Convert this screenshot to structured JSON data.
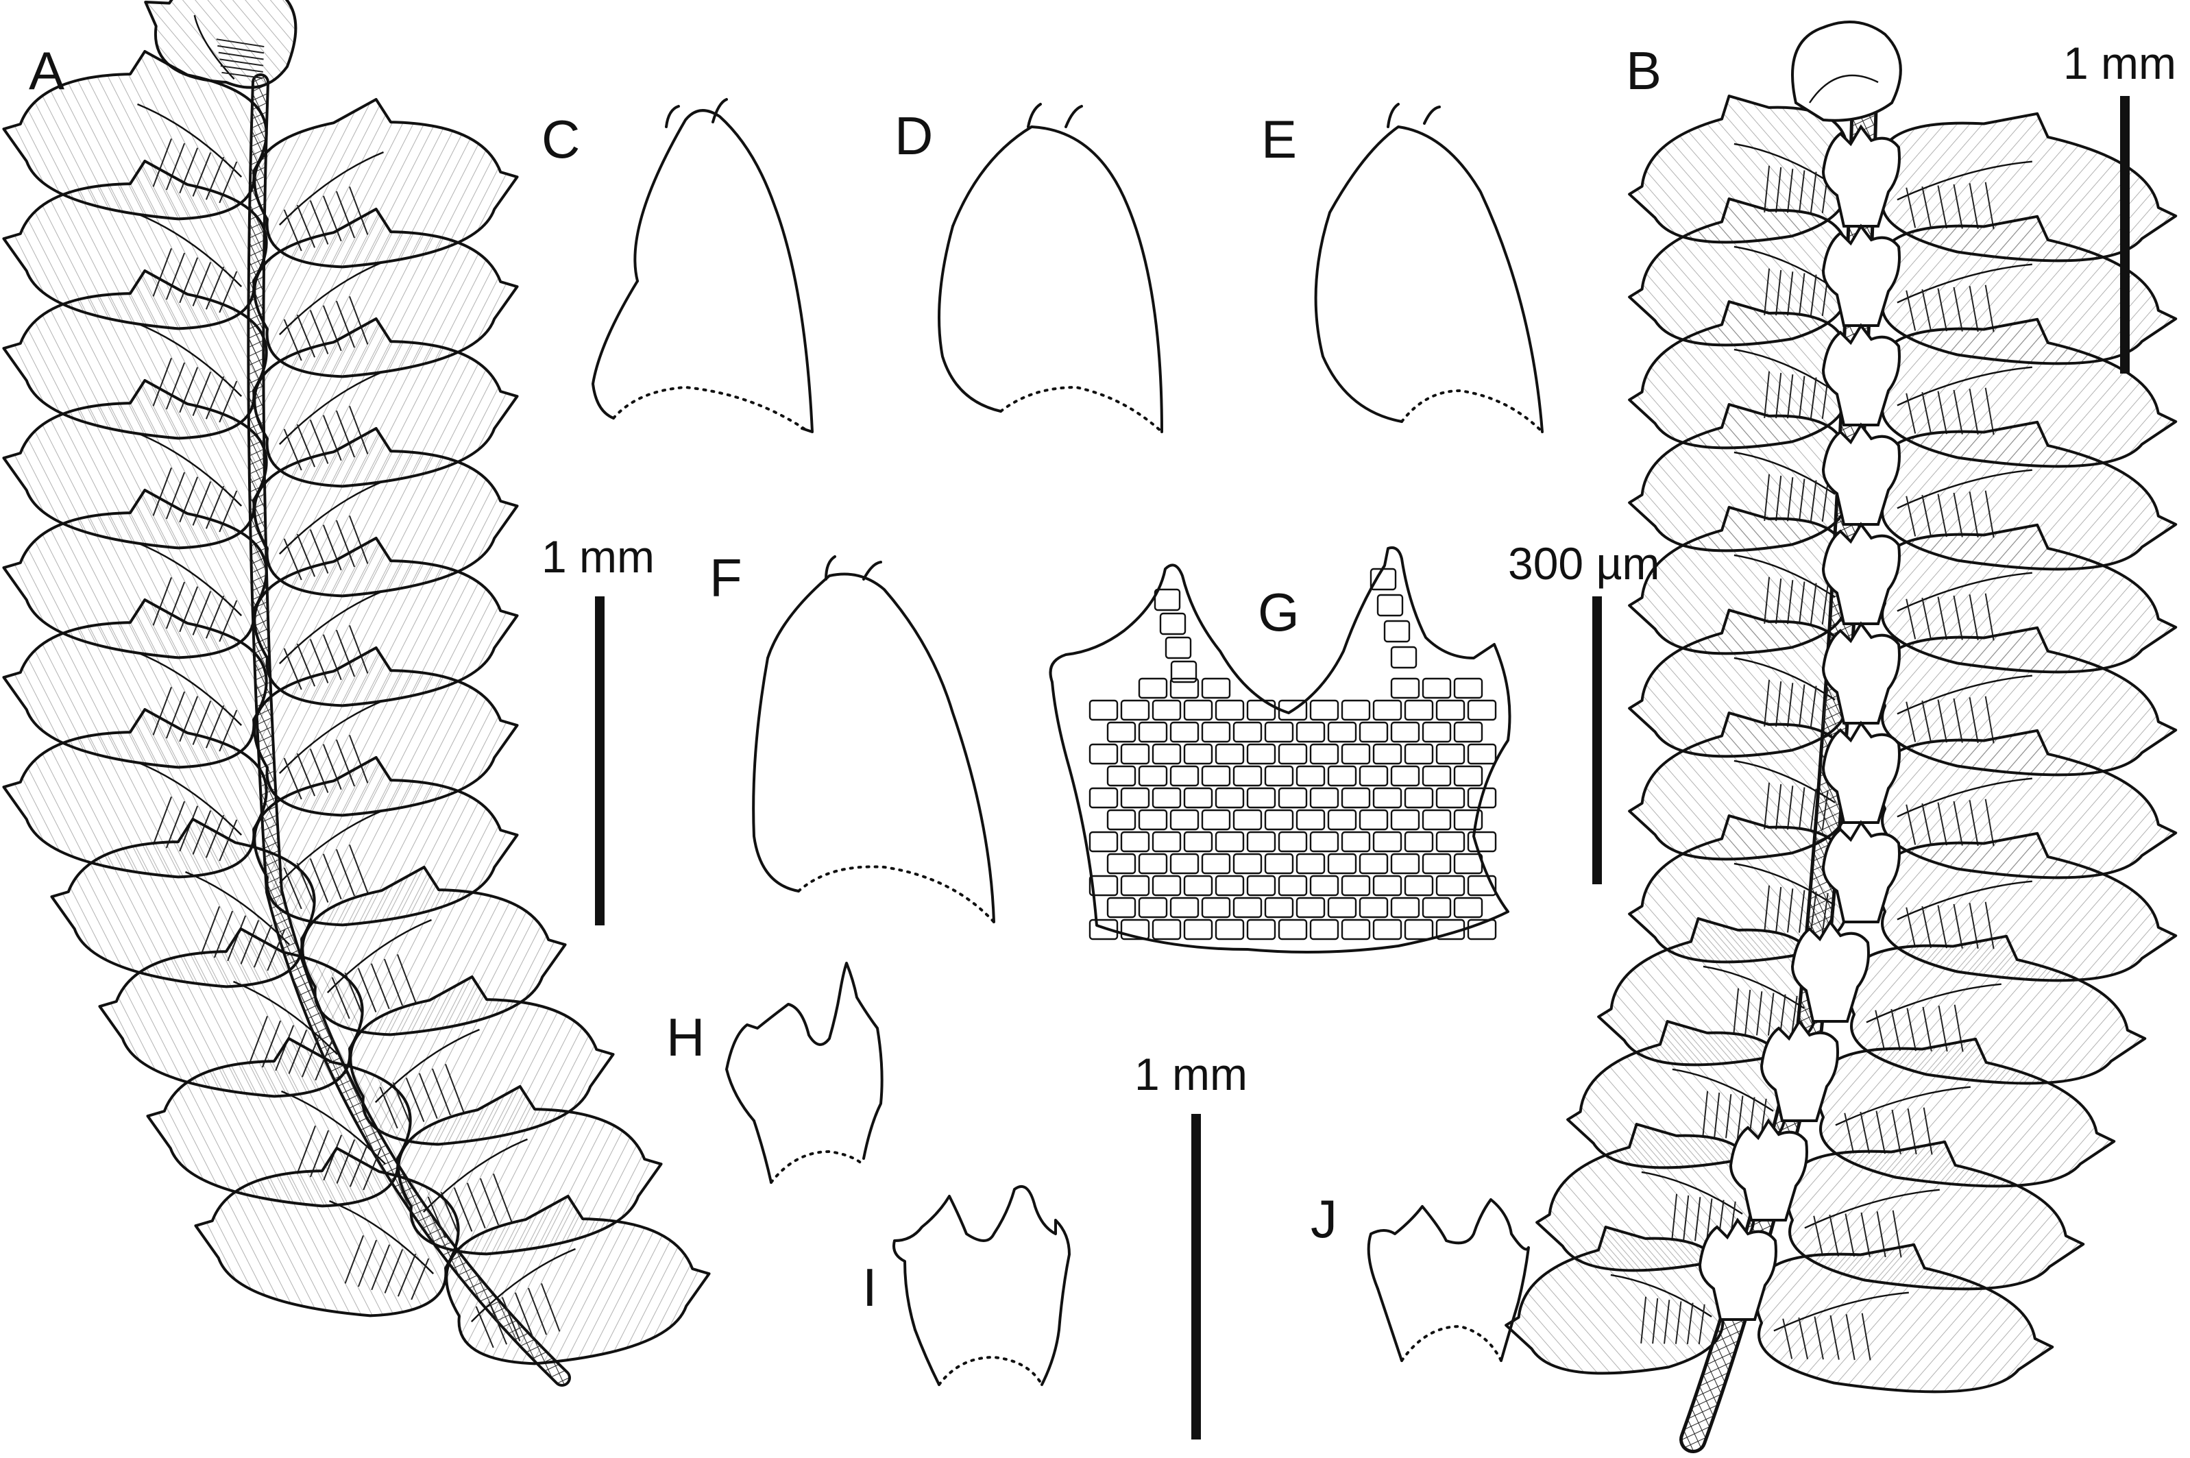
{
  "panel_labels": {
    "a": "A",
    "b": "B",
    "c": "C",
    "d": "D",
    "e": "E",
    "f": "F",
    "g": "G",
    "h": "H",
    "i": "I",
    "j": "J"
  },
  "scale_bars": {
    "top_right": "1 mm",
    "middle_left": "1 mm",
    "middle_right": "300 µm",
    "bottom": "1 mm"
  },
  "colors": {
    "ink": "#111111",
    "background": "#ffffff"
  }
}
